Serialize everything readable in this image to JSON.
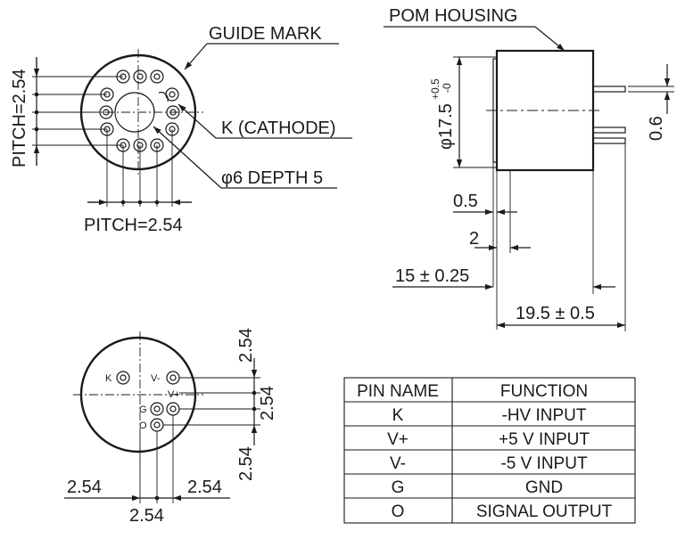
{
  "labels": {
    "guide_mark": "GUIDE MARK",
    "pom_housing": "POM HOUSING",
    "cathode": "K (CATHODE)",
    "depth": "φ6 DEPTH 5",
    "pitch_vertical": "PITCH=2.54",
    "pitch_horizontal": "PITCH=2.54",
    "dia_main": "φ17.5",
    "dia_tol_plus": "+0.5",
    "dia_tol_minus": "-0",
    "dim_06": "0.6",
    "dim_05": "0.5",
    "dim_2": "2",
    "dim_15": "15 ± 0.25",
    "dim_195": "19.5 ± 0.5",
    "dim_254_a": "2.54",
    "dim_254_b": "2.54",
    "dim_254_c": "2.54",
    "dim_254_d": "2.54",
    "dim_254_e": "2.54",
    "dim_254_f": "2.54"
  },
  "pins": {
    "k": "K",
    "v_minus": "V-",
    "v_plus": "V+",
    "g": "G",
    "o": "O"
  },
  "table": {
    "headers": [
      "PIN NAME",
      "FUNCTION"
    ],
    "rows": [
      [
        "K",
        "-HV INPUT"
      ],
      [
        "V+",
        "+5 V INPUT"
      ],
      [
        "V-",
        "-5 V INPUT"
      ],
      [
        "G",
        "GND"
      ],
      [
        "O",
        "SIGNAL OUTPUT"
      ]
    ]
  }
}
